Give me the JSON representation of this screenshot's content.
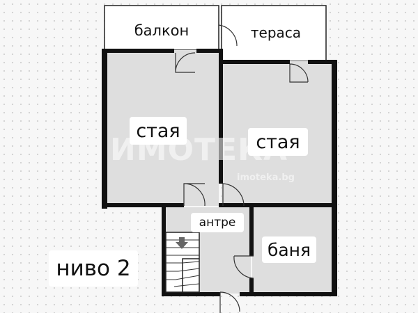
{
  "floor_plan": {
    "level_label": "ниво 2",
    "rooms": {
      "balcony": "балкон",
      "terrace": "тераса",
      "room_left": "стая",
      "room_right": "стая",
      "hallway": "антре",
      "bathroom": "баня"
    },
    "colors": {
      "room_fill": "#dedede",
      "outdoor_fill": "#ffffff",
      "wall": "#111111",
      "background": "#f7f7f7"
    }
  },
  "watermark": {
    "brand": "ИМОТЕКА",
    "domain": "imoteka.bg"
  }
}
